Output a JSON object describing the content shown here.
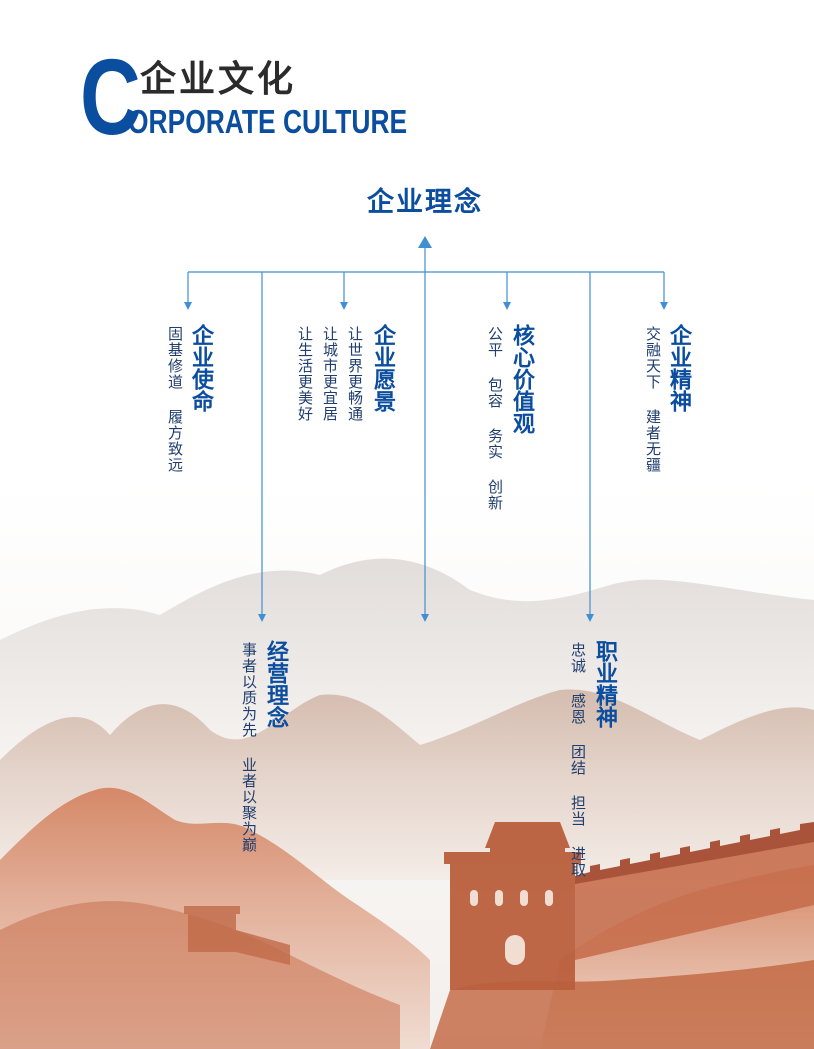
{
  "header": {
    "big_letter": "C",
    "cn_title": "企业文化",
    "en_title": "ORPORATE CULTURE"
  },
  "root": {
    "title": "企业理念"
  },
  "branches": {
    "mission": {
      "title": "企业使命",
      "lines": [
        "固基修道 履方致远"
      ]
    },
    "vision": {
      "title": "企业愿景",
      "lines": [
        "让世界更畅通",
        "让城市更宜居",
        "让生活更美好"
      ]
    },
    "values": {
      "title": "核心价值观",
      "lines": [
        "公平 包容 务实 创新"
      ]
    },
    "spirit": {
      "title": "企业精神",
      "lines": [
        "交融天下 建者无疆"
      ]
    },
    "business": {
      "title": "经营理念",
      "lines": [
        "事者以质为先 业者以聚为巅"
      ]
    },
    "professional": {
      "title": "职业精神",
      "lines": [
        "忠诚 感恩 团结 担当 进取"
      ]
    }
  },
  "colors": {
    "brand_blue": "#0b4d9e",
    "line_blue": "#3f8fd1",
    "text_dark": "#2b2b2b",
    "wall_orange": "#c86a4a"
  }
}
